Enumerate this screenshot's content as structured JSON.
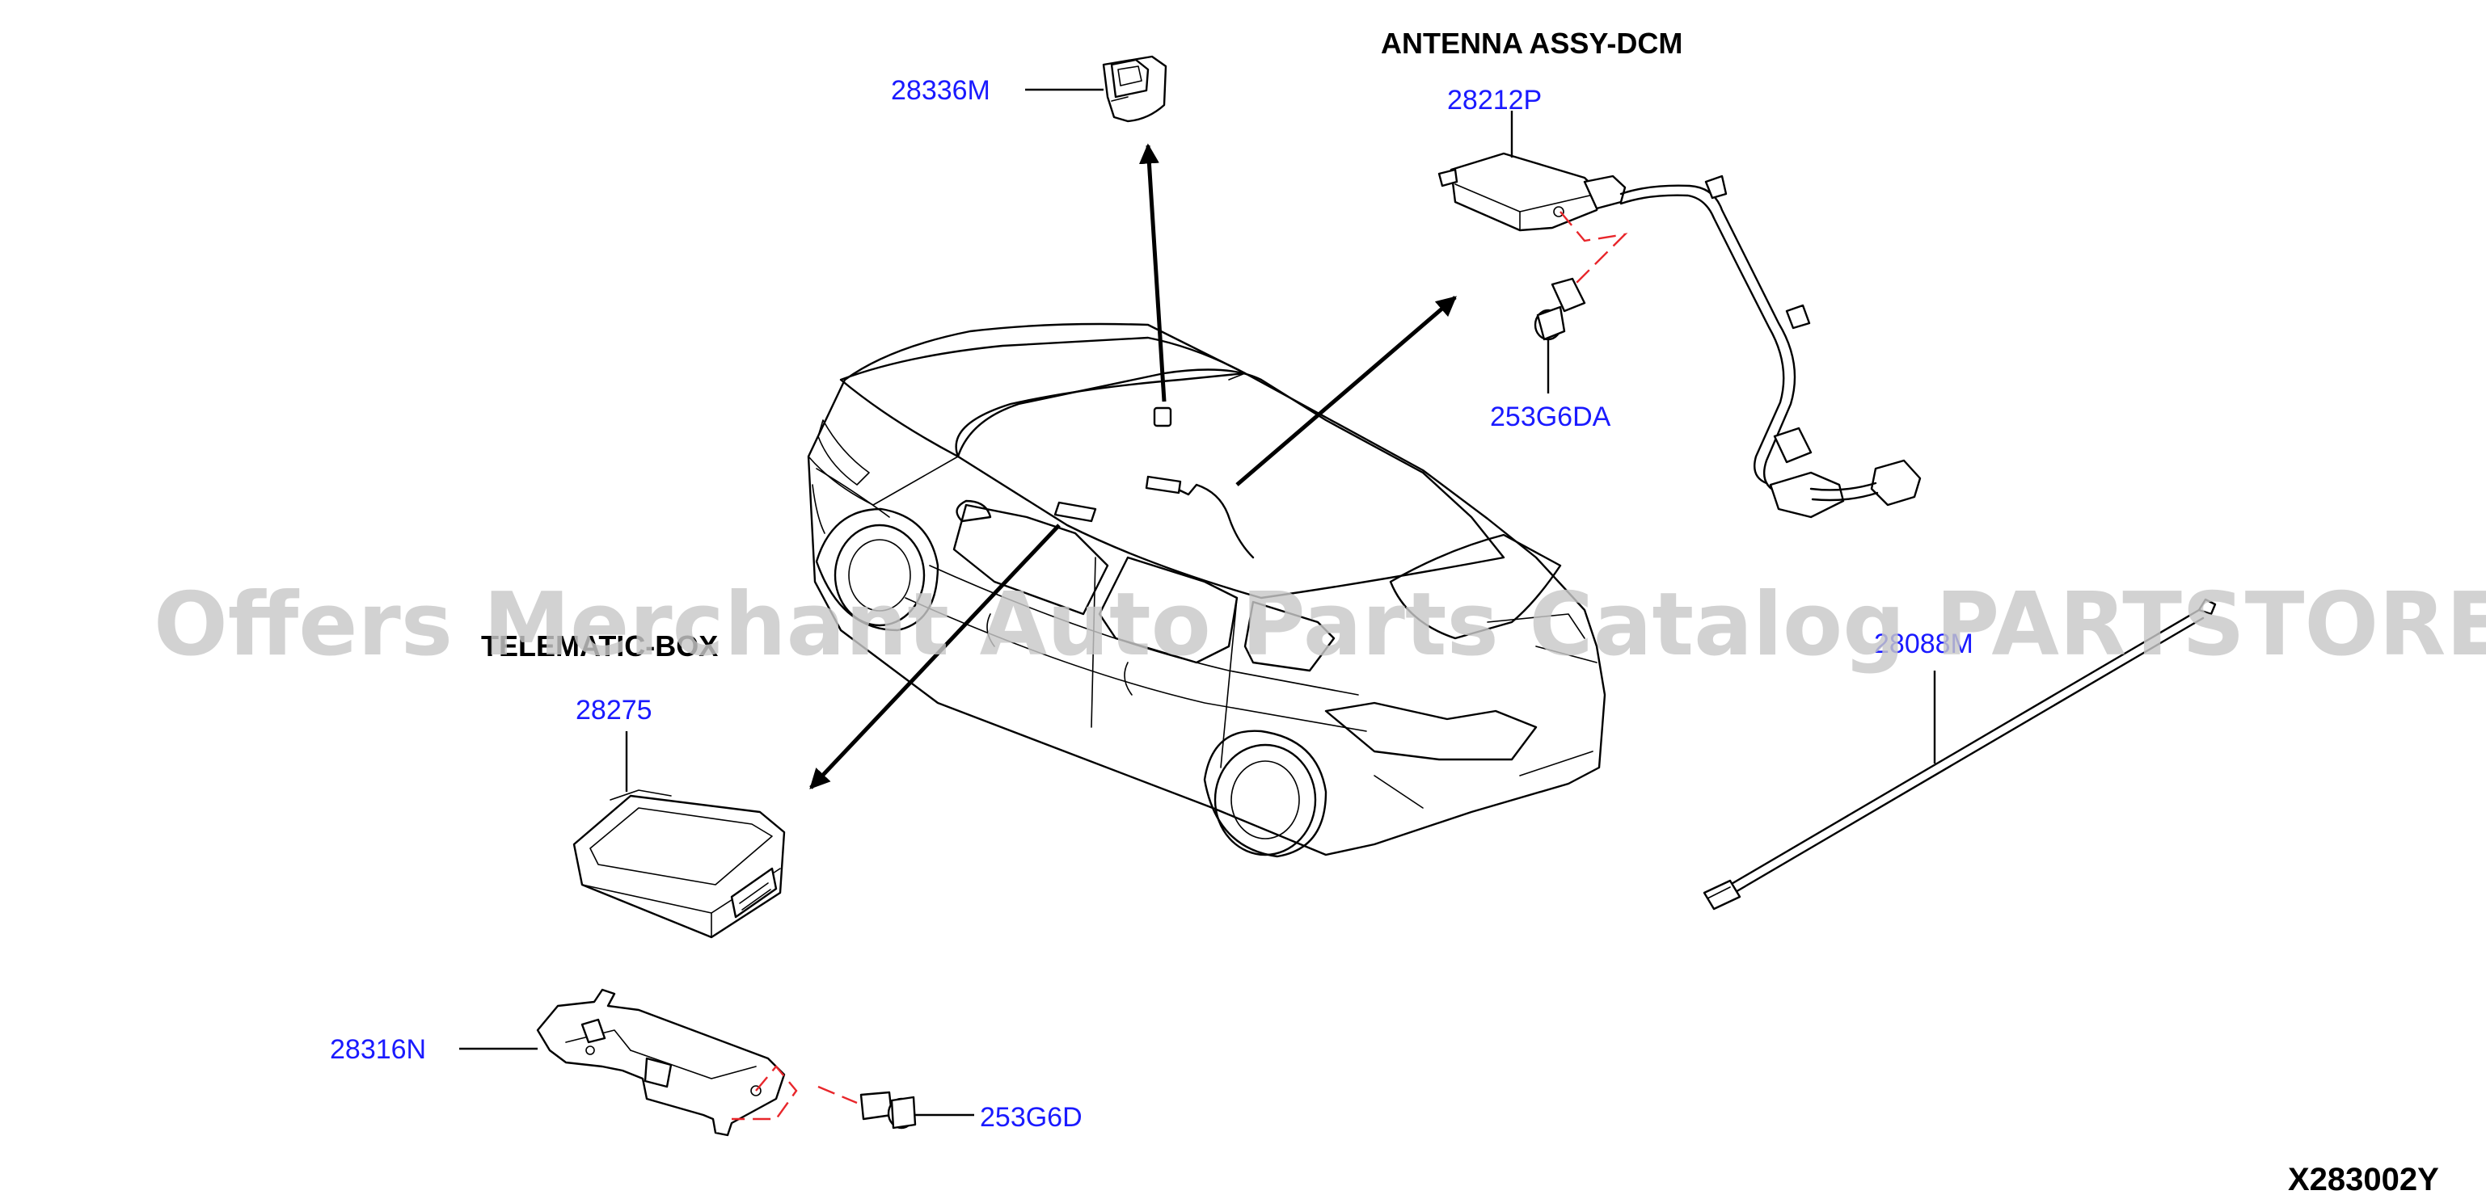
{
  "titles": {
    "antenna": "ANTENNA ASSY-DCM",
    "telematic": "TELEMATIC-BOX"
  },
  "parts": {
    "p28336M": "28336M",
    "p28212P": "28212P",
    "p253G6DA": "253G6DA",
    "p28275": "28275",
    "p28316N": "28316N",
    "p253G6D": "253G6D",
    "p28088M": "28088M"
  },
  "diagram_code": "X283002Y",
  "watermark": "Offers Merchant Auto Parts Catalog PARTSTORE.SA",
  "colors": {
    "part_number": "#1a1aff",
    "line": "#000000",
    "fastener_dash": "#e8262b",
    "watermark": "#c8c8c8"
  }
}
